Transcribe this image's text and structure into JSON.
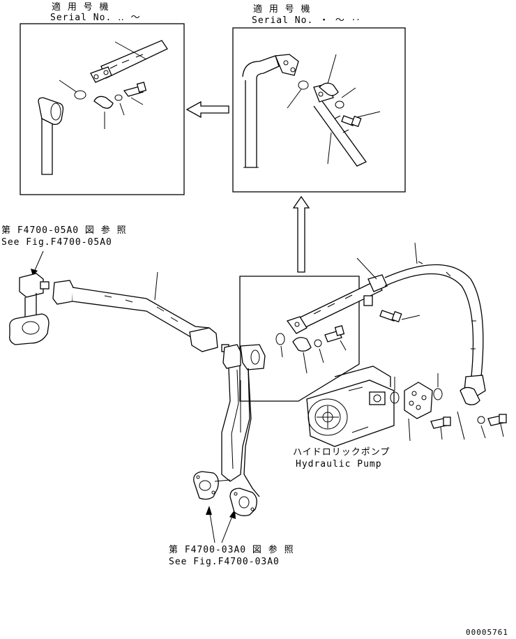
{
  "inset_left": {
    "applicability_jp": "適 用 号 機",
    "serial_label": "Serial No. ‥ ～"
  },
  "inset_right": {
    "applicability_jp": "適 用 号 機",
    "serial_label": "Serial No. ・ ～ ‥"
  },
  "ref_top_left": {
    "jp": "第 F4700-05A0 図 参 照",
    "en": "See Fig.F4700-05A0"
  },
  "ref_bottom": {
    "jp": "第 F4700-03A0 図 参 照",
    "en": "See Fig.F4700-03A0"
  },
  "pump_label": {
    "jp": "ハイドロリックポンプ",
    "en": "Hydraulic Pump"
  },
  "drawing_number": "00005761"
}
